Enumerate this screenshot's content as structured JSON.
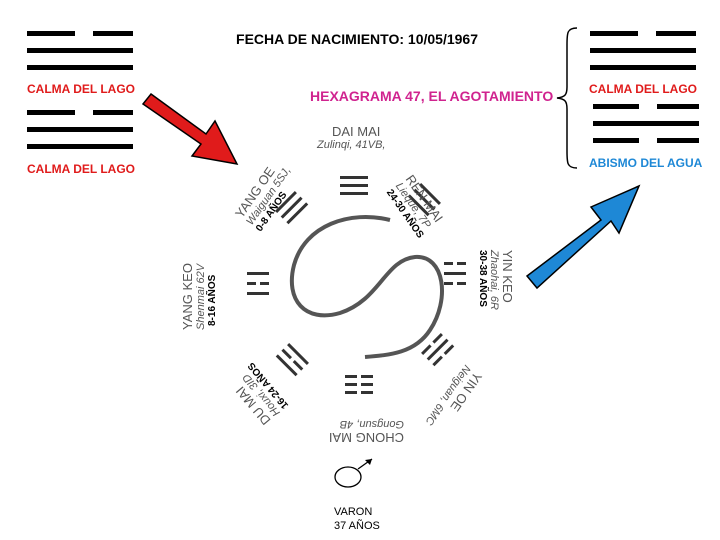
{
  "header": {
    "birth_date": "FECHA DE NACIMIENTO: 10/05/1967"
  },
  "left": {
    "top_trigram_label": "CALMA DEL LAGO",
    "bottom_trigram_label": "CALMA DEL LAGO"
  },
  "center": {
    "hexagram_title": "HEXAGRAMA 47, EL AGOTAMIENTO"
  },
  "right": {
    "top_trigram_label": "CALMA DEL LAGO",
    "bottom_trigram_label": "ABISMO DEL AGUA"
  },
  "ring": {
    "dai_mai": {
      "name": "DAI MAI",
      "point": "Zulinqi, 41VB,"
    },
    "ren_mai": {
      "name": "REN MAI",
      "point": "Lieque, 7P",
      "age": "24-30 AÑOS"
    },
    "yin_keo": {
      "name": "YIN KEO",
      "point": "Zhaohai, 6R",
      "age": "30-38 AÑOS"
    },
    "yin_oe": {
      "name": "YIN OE",
      "point": "Neiguan, 6MC"
    },
    "chong_mai": {
      "name": "CHONG MAI",
      "point": "Gongsun, 4B"
    },
    "du_mai": {
      "name": "DU MAI",
      "point": "Houxi, 3ID",
      "age": "16-24 AÑOS"
    },
    "yang_keo": {
      "name": "YANG KEO",
      "point": "Shenmai 62V",
      "age": "8-16 AÑOS"
    },
    "yang_oe": {
      "name": "YANG OE",
      "point": "Waiguan 5SJ,",
      "age": "0-8 AÑOS"
    }
  },
  "person": {
    "sex": "VARON",
    "age": "37 AÑOS",
    "symbol": "male-symbol-icon"
  },
  "colors": {
    "red": "#e01b1b",
    "magenta": "#d0238f",
    "blue": "#1e88d6"
  }
}
